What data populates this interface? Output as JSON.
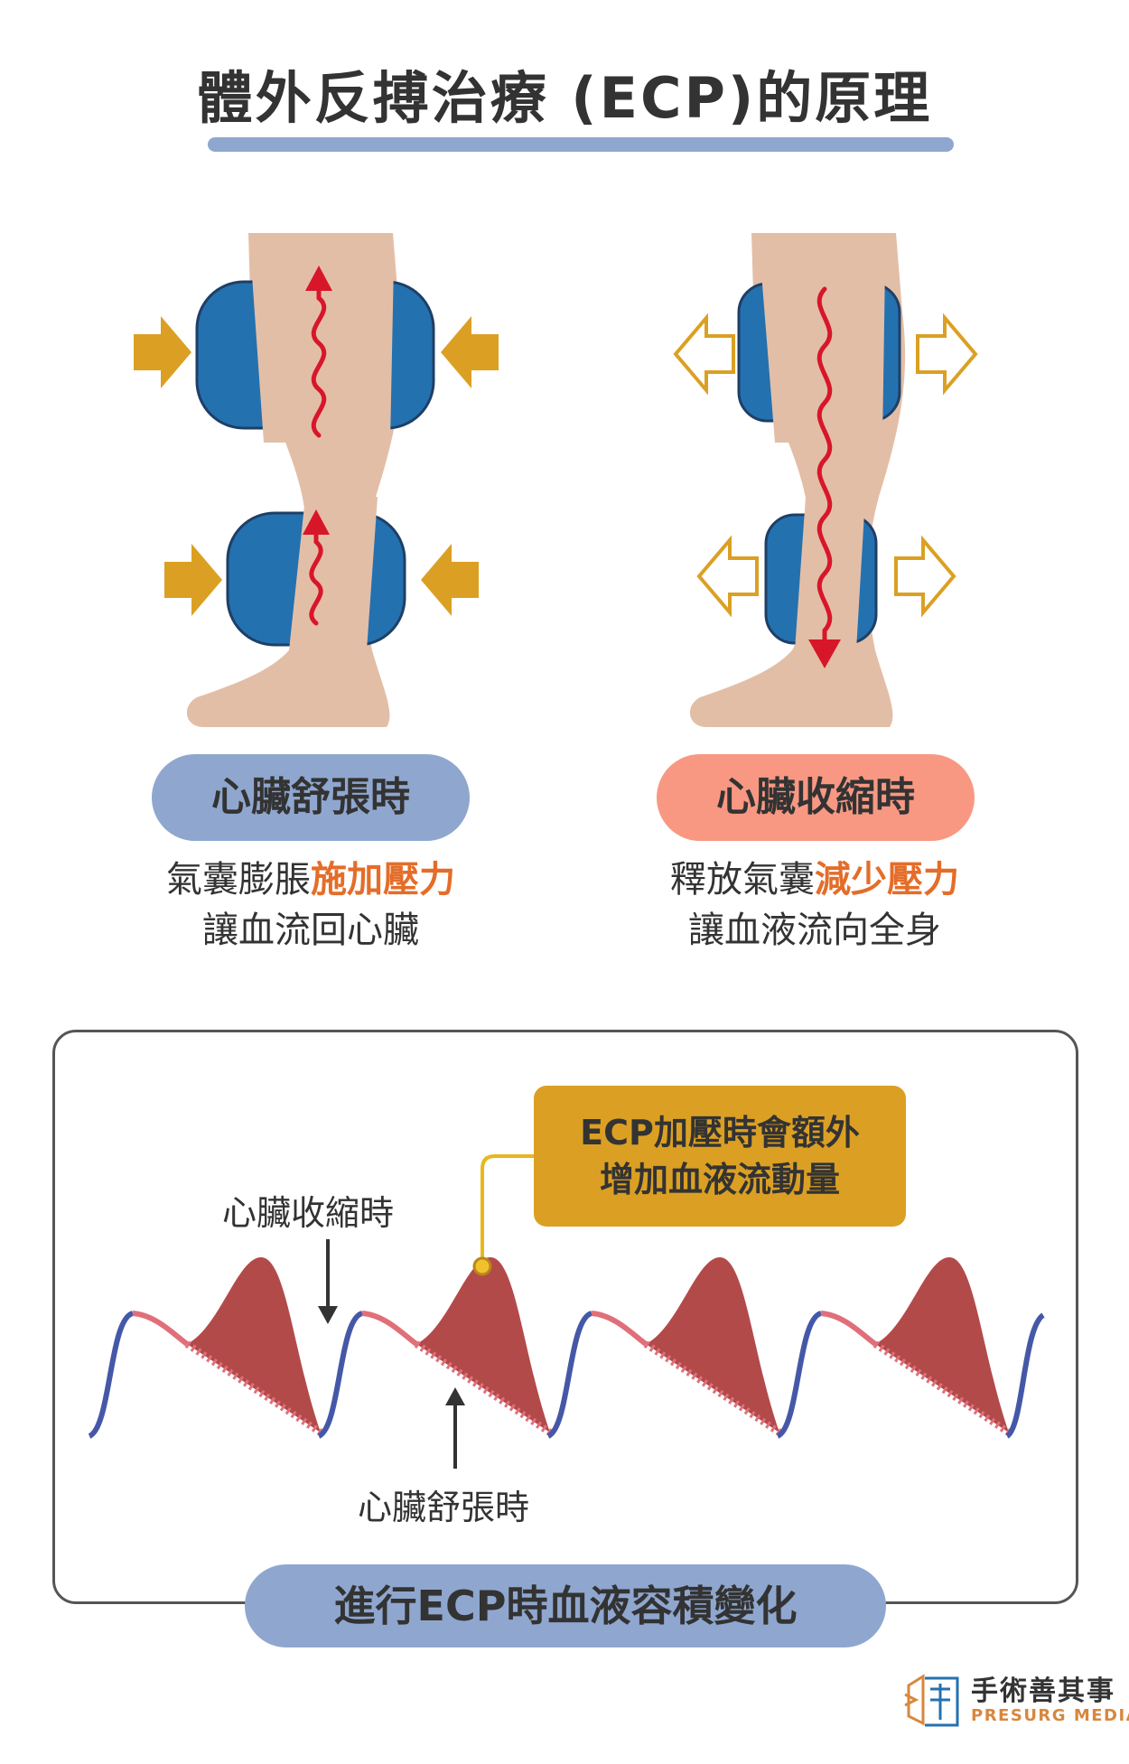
{
  "title": "體外反搏治療 (ECP)的原理",
  "panels": {
    "diastole": {
      "label": "心臟舒張時",
      "line1_prefix": "氣囊膨脹",
      "line1_highlight": "施加壓力",
      "line2": "讓血流回心臟"
    },
    "systole": {
      "label": "心臟收縮時",
      "line1_prefix": "釋放氣囊",
      "line1_highlight": "減少壓力",
      "line2": "讓血液流向全身"
    }
  },
  "chart": {
    "callout_line1": "ECP加壓時會額外",
    "callout_line2": "增加血液流動量",
    "label_systole": "心臟收縮時",
    "label_diastole": "心臟舒張時",
    "caption": "進行ECP時血液容積變化"
  },
  "brand": {
    "name_cn": "手術善其事",
    "name_en": "PRESURG MEDIA"
  },
  "colors": {
    "accent_blue": "#8fa7cf",
    "accent_salmon": "#f89883",
    "cuff_blue": "#2471b0",
    "arrow_gold": "#dba023",
    "flow_red": "#d8162a",
    "highlight_orange": "#e46d29",
    "wave_fill": "#b34a4a",
    "wave_line": "#4558a8"
  }
}
